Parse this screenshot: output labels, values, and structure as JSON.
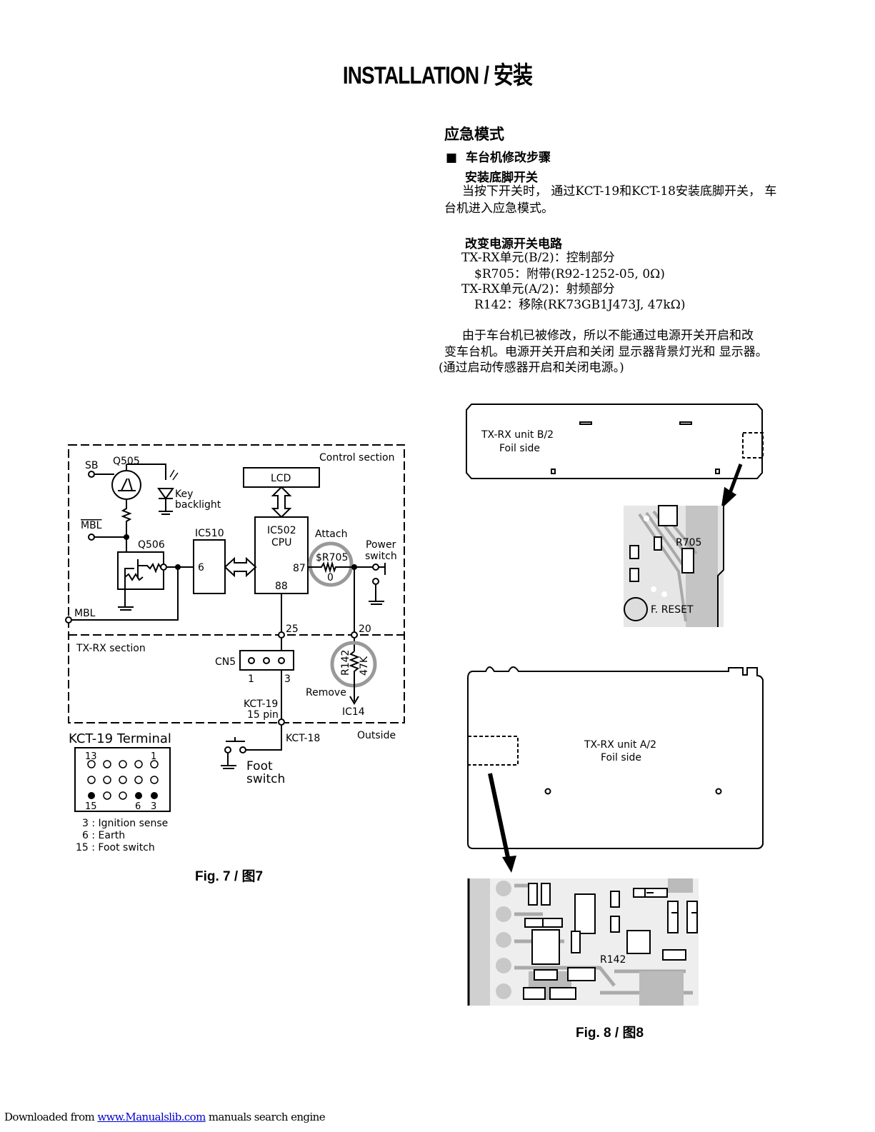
{
  "page": {
    "title": "INSTALLATION / 安装"
  },
  "right_text": {
    "heading": "应急模式",
    "bullet": "■",
    "subheading": "车台机修改步骤",
    "sub1": "安装底脚开关",
    "para1": [
      "当按下开关时， 通过KCT-19和KCT-18安装底脚开关， 车",
      "台机进入应急模式。"
    ],
    "sub2": "改变电源开关电路",
    "mods": [
      "TX-RX单元(B/2)：控制部分",
      "$R705：附带(R92-1252-05, 0Ω)",
      "TX-RX单元(A/2)：射频部分",
      "R142：移除(RK73GB1J473J, 47kΩ)"
    ],
    "para2": [
      "由于车台机已被修改，所以不能通过电源开关开启和改",
      "变车台机。电源开关开启和关闭 显示器背景灯光和 显示器。",
      "(通过启动传感器开启和关闭电源。)"
    ]
  },
  "fig7": {
    "control_section": "Control section",
    "txrx_section": "TX-RX section",
    "outside": "Outside",
    "sb": "SB",
    "q505": "Q505",
    "key_backlight": [
      "Key",
      "backlight"
    ],
    "mbl_bar": "MBL",
    "mbl": "MBL",
    "q506": "Q506",
    "ic510": "IC510",
    "ic510_pin": "6",
    "lcd": "LCD",
    "ic502": [
      "IC502",
      "CPU"
    ],
    "pin87": "87",
    "pin88": "88",
    "attach": "Attach",
    "r705": [
      "$R705",
      "0"
    ],
    "power_switch": [
      "Power",
      "switch"
    ],
    "pin25": "25",
    "pin20": "20",
    "cn5": "CN5",
    "cn5_pins": [
      "1",
      "3"
    ],
    "r142": [
      "R142",
      "47K"
    ],
    "remove": "Remove",
    "ic14": "IC14",
    "kct19": [
      "KCT-19",
      "15 pin"
    ],
    "kct18": "KCT-18",
    "foot_switch": [
      "Foot",
      "switch"
    ],
    "terminal_title": "KCT-19 Terminal",
    "terminal_nums": [
      "13",
      "1",
      "15",
      "6",
      "3"
    ],
    "legend": [
      "3 : Ignition sense",
      "6 : Earth",
      "15 : Foot switch"
    ],
    "caption": "Fig. 7 / 图7"
  },
  "fig8": {
    "unit_b": [
      "TX-RX unit  B/2",
      "Foil side"
    ],
    "r705": "R705",
    "freset": "F. RESET",
    "unit_a": [
      "TX-RX unit  A/2",
      "Foil side"
    ],
    "r142": "R142",
    "caption": "Fig. 8 / 图8"
  },
  "footer": {
    "prefix": "Downloaded from ",
    "link": "www.Manualslib.com",
    "suffix": "  manuals search engine"
  }
}
